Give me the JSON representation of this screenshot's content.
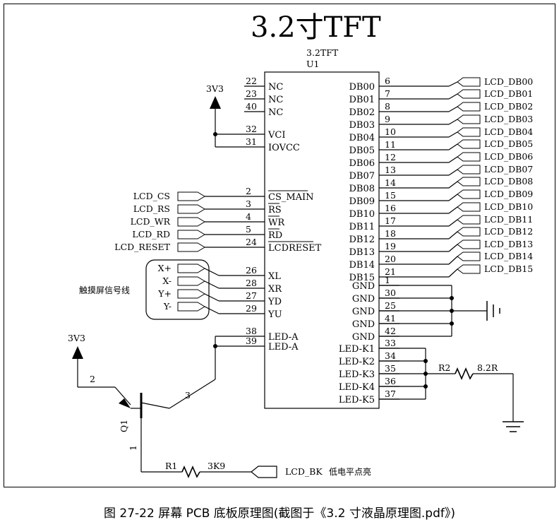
{
  "title": "3.2寸TFT",
  "component": {
    "name": "3.2TFT",
    "ref": "U1"
  },
  "left_pins": [
    {
      "num": "22",
      "name": "NC",
      "overbar": false
    },
    {
      "num": "23",
      "name": "NC",
      "overbar": false
    },
    {
      "num": "40",
      "name": "NC",
      "overbar": false
    },
    {
      "num": "32",
      "name": "VCI",
      "overbar": false
    },
    {
      "num": "31",
      "name": "IOVCC",
      "overbar": false
    },
    {
      "num": "2",
      "name": "CS_MAIN",
      "overbar": true
    },
    {
      "num": "3",
      "name": "RS",
      "overbar": true
    },
    {
      "num": "4",
      "name": "WR",
      "overbar": true
    },
    {
      "num": "5",
      "name": "RD",
      "overbar": true
    },
    {
      "num": "24",
      "name": "LCDRESET",
      "overbar": true
    },
    {
      "num": "26",
      "name": "XL",
      "overbar": false
    },
    {
      "num": "28",
      "name": "XR",
      "overbar": false
    },
    {
      "num": "27",
      "name": "YD",
      "overbar": false
    },
    {
      "num": "29",
      "name": "YU",
      "overbar": false
    },
    {
      "num": "38",
      "name": "LED-A",
      "overbar": false
    },
    {
      "num": "39",
      "name": "LED-A",
      "overbar": false
    }
  ],
  "right_pins": [
    {
      "num": "6",
      "name": "DB00"
    },
    {
      "num": "7",
      "name": "DB01"
    },
    {
      "num": "8",
      "name": "DB02"
    },
    {
      "num": "9",
      "name": "DB03"
    },
    {
      "num": "10",
      "name": "DB04"
    },
    {
      "num": "11",
      "name": "DB05"
    },
    {
      "num": "12",
      "name": "DB06"
    },
    {
      "num": "13",
      "name": "DB07"
    },
    {
      "num": "14",
      "name": "DB08"
    },
    {
      "num": "15",
      "name": "DB09"
    },
    {
      "num": "16",
      "name": "DB10"
    },
    {
      "num": "17",
      "name": "DB11"
    },
    {
      "num": "18",
      "name": "DB12"
    },
    {
      "num": "19",
      "name": "DB13"
    },
    {
      "num": "20",
      "name": "DB14"
    },
    {
      "num": "21",
      "name": "DB15"
    },
    {
      "num": "1",
      "name": "GND"
    },
    {
      "num": "30",
      "name": "GND"
    },
    {
      "num": "25",
      "name": "GND"
    },
    {
      "num": "41",
      "name": "GND"
    },
    {
      "num": "42",
      "name": "GND"
    },
    {
      "num": "33",
      "name": "LED-K1"
    },
    {
      "num": "34",
      "name": "LED-K2"
    },
    {
      "num": "35",
      "name": "LED-K3"
    },
    {
      "num": "36",
      "name": "LED-K4"
    },
    {
      "num": "37",
      "name": "LED-K5"
    }
  ],
  "data_nets": [
    "LCD_DB00",
    "LCD_DB01",
    "LCD_DB02",
    "LCD_DB03",
    "LCD_DB04",
    "LCD_DB05",
    "LCD_DB06",
    "LCD_DB07",
    "LCD_DB08",
    "LCD_DB09",
    "LCD_DB10",
    "LCD_DB11",
    "LCD_DB12",
    "LCD_DB13",
    "LCD_DB14",
    "LCD_DB15"
  ],
  "ctrl_nets": [
    "LCD_CS",
    "LCD_RS",
    "LCD_WR",
    "LCD_RD",
    "LCD_RESET"
  ],
  "touch_nets": [
    "X+",
    "X-",
    "Y+",
    "Y-"
  ],
  "touch_label": "触摸屏信号线",
  "power_label_top": "3V3",
  "power_label_bottom": "3V3",
  "transistor": {
    "ref": "Q1",
    "pin_base": "2",
    "pin_collector": "3",
    "pin_emitter": "1"
  },
  "r1": {
    "ref": "R1",
    "value": "3K9"
  },
  "r2": {
    "ref": "R2",
    "value": "8.2R"
  },
  "bk_net": "LCD_BK",
  "bk_note": "低电平点亮",
  "caption": "图 27-22 屏幕 PCB 底板原理图(截图于《3.2 寸液晶原理图.pdf》)"
}
